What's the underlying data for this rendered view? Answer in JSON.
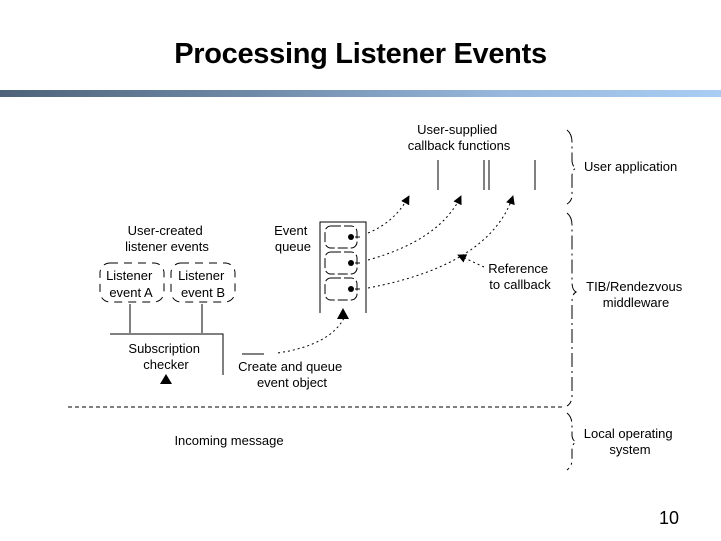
{
  "slide": {
    "title": "Processing Listener Events",
    "page_number": "10"
  },
  "diagram": {
    "callbacks_label": [
      "User-supplied",
      "callback functions"
    ],
    "layers": {
      "user_application": [
        "User application"
      ],
      "middleware": [
        "TIB/Rendezvous",
        "middleware"
      ],
      "os": [
        "Local operating",
        "system"
      ]
    },
    "listener_events_label": [
      "User-created",
      "listener events"
    ],
    "listener_a": [
      "Listener",
      "event A"
    ],
    "listener_b": [
      "Listener",
      "event B"
    ],
    "event_queue_label": [
      "Event",
      "queue"
    ],
    "reference_label": [
      "Reference",
      "to callback"
    ],
    "subscription_checker": [
      "Subscription",
      "checker"
    ],
    "create_queue_label": [
      "Create and queue",
      "event object"
    ],
    "incoming_message": "Incoming message"
  }
}
